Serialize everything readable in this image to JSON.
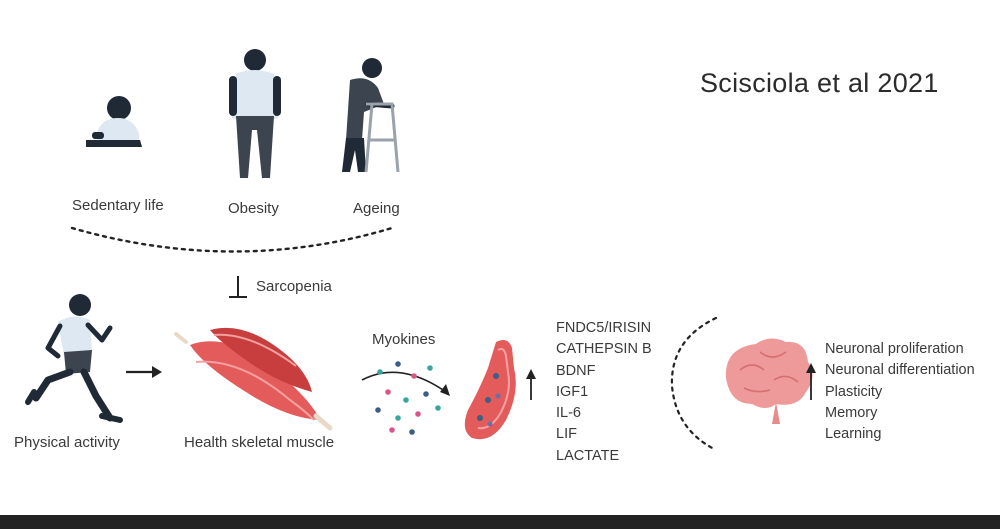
{
  "citation": "Scisciola et al 2021",
  "risk_factors": {
    "sedentary": "Sedentary life",
    "obesity": "Obesity",
    "ageing": "Ageing"
  },
  "inhibition_label": "Sarcopenia",
  "physical_activity": "Physical activity",
  "muscle": "Health skeletal muscle",
  "myokines_label": "Myokines",
  "myokines": [
    "FNDC5/IRISIN",
    "CATHEPSIN B",
    "BDNF",
    "IGF1",
    "IL-6",
    "LIF",
    "LACTATE"
  ],
  "brain_effects": [
    "Neuronal proliferation",
    "Neuronal differentiation",
    "Plasticity",
    "Memory",
    "Learning"
  ],
  "colors": {
    "muscle": "#e45b5b",
    "muscle_dark": "#c83d3d",
    "brain": "#ee9a9a",
    "figure": "#3c4450",
    "shirt": "#dde8f2",
    "dots_teal": "#3aa6a0",
    "dots_blue": "#3a5f86",
    "dots_pink": "#d9558a"
  }
}
